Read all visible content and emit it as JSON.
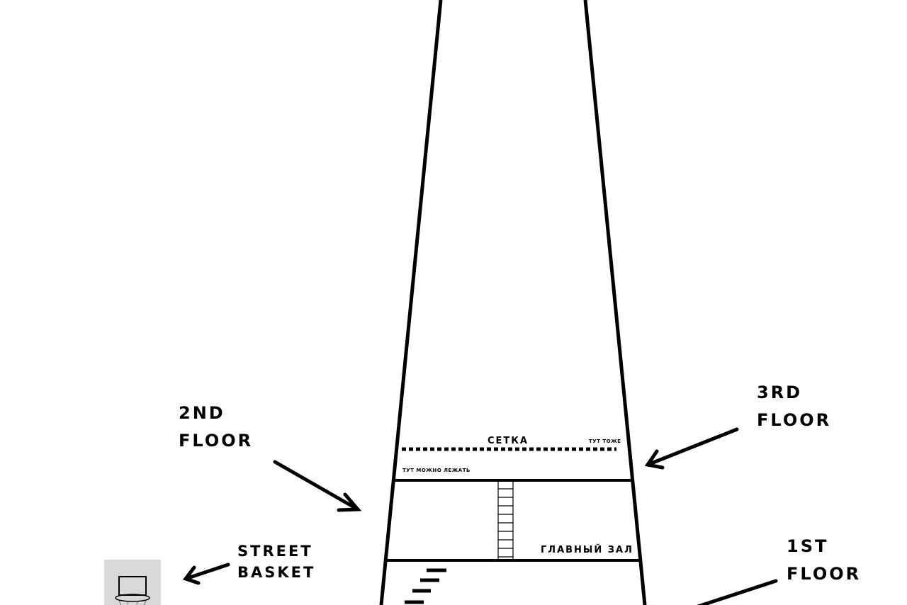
{
  "labels": {
    "floor2_line1": "2ND",
    "floor2_line2": "FLOOR",
    "floor3_line1": "3RD",
    "floor3_line2": "FLOOR",
    "floor1_line1": "1ST",
    "floor1_line2": "FLOOR",
    "street_line1": "STREET",
    "street_line2": "BASKET",
    "net": "СЕТКА",
    "also_here": "ТУТ ТОЖЕ",
    "can_lie_here": "ТУТ МОЖНО ЛЕЖАТЬ",
    "main_hall": "ГЛАВНЫЙ ЗАЛ"
  },
  "icons": {
    "basketball_hoop": "basketball-hoop-icon",
    "ladder": "ladder-icon",
    "stairs": "stairs-icon"
  },
  "colors": {
    "ink": "#000000",
    "background": "#ffffff",
    "backboard": "#d9d9d9"
  }
}
